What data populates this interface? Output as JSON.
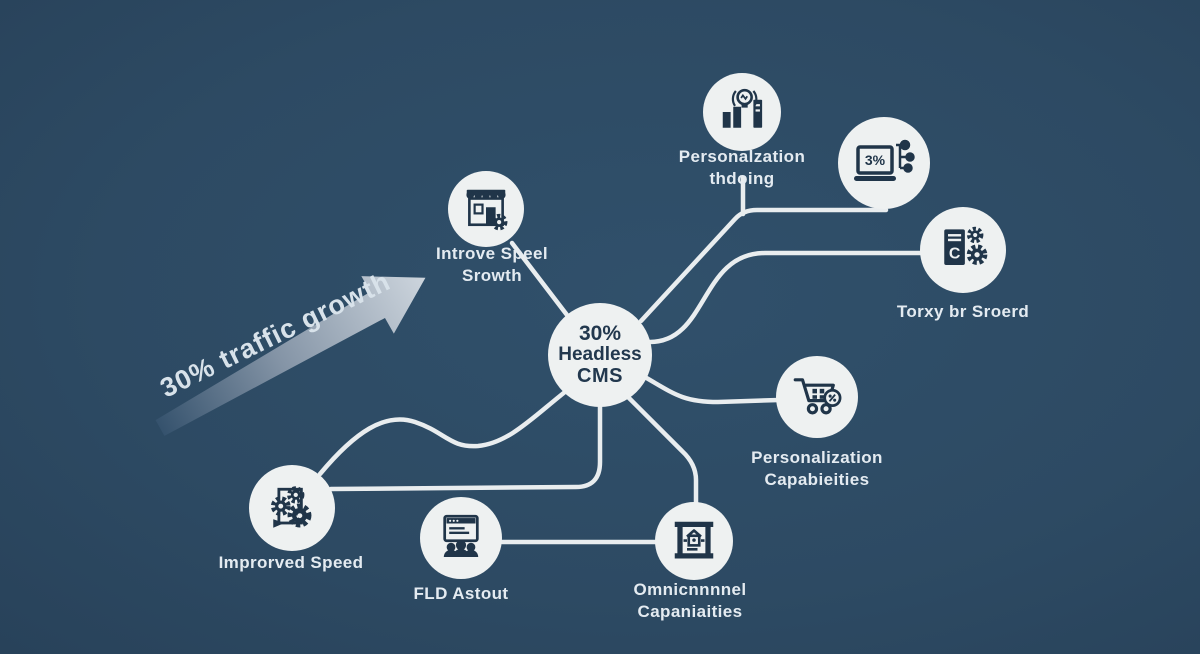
{
  "title": "Headless CMS benefits diagram",
  "palette": {
    "background": "#2d4a63",
    "node_fill": "#eef1f1",
    "icon_color": "#203549",
    "connector_color": "#e9edef",
    "label_color": "#e4ebf1",
    "center_text_color": "#22384e",
    "arrow_gradient_start": "#35526d",
    "arrow_gradient_end": "#cdd5dd",
    "arrow_text_color": "#d8e2ea"
  },
  "arrow": {
    "label": "30% traffic growth"
  },
  "center": {
    "percent": "30%",
    "line2": "Headless",
    "line3": "CMS"
  },
  "nodes": [
    {
      "id": "storefront",
      "label": "Introve Speel\nSrowth",
      "icon": "storefront-gear-icon"
    },
    {
      "id": "insights",
      "label": "Personalzation\nthdoing",
      "icon": "lightbulb-chart-icon"
    },
    {
      "id": "laptop",
      "label": "",
      "icon": "laptop-network-icon",
      "screen_text": "3%"
    },
    {
      "id": "content",
      "label": "Torxy br Sroerd",
      "icon": "document-gears-icon",
      "icon_text": "C"
    },
    {
      "id": "cart",
      "label": "Personalization\nCapabieities",
      "icon": "shopping-cart-icon"
    },
    {
      "id": "gears",
      "label": "Improrved Speed",
      "icon": "gears-icon"
    },
    {
      "id": "people-doc",
      "label": "FLD Astout",
      "icon": "document-people-icon"
    },
    {
      "id": "omnichannel",
      "label": "Omnicnnnnel\nCapaniaities",
      "icon": "box-home-icon"
    }
  ]
}
